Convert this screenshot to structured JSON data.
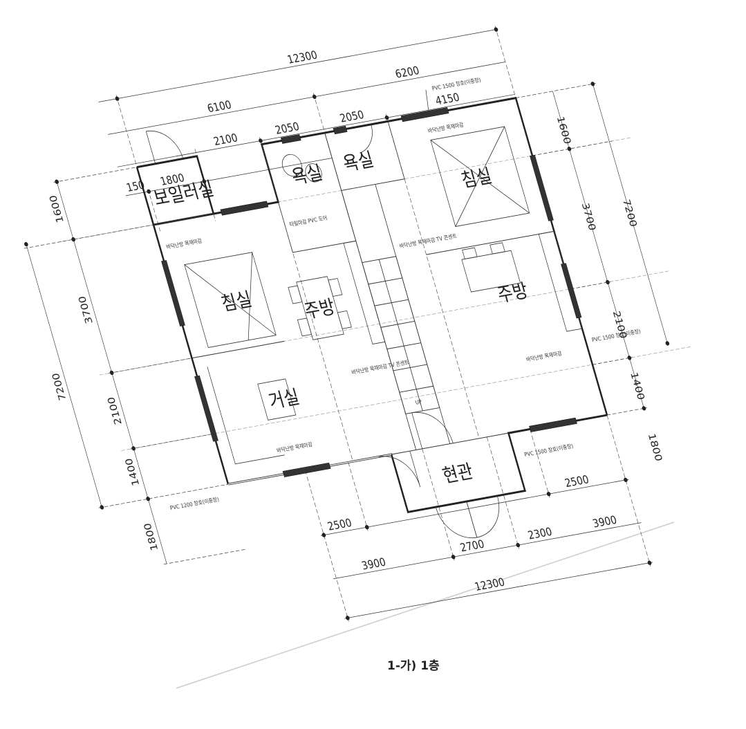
{
  "drawing": {
    "caption": "1-가) 1층",
    "rooms": [
      {
        "id": "boiler",
        "label": "보일러실"
      },
      {
        "id": "bath1",
        "label": "욕실"
      },
      {
        "id": "bath2",
        "label": "욕실"
      },
      {
        "id": "bedroom-right",
        "label": "침실"
      },
      {
        "id": "bedroom-left",
        "label": "침실"
      },
      {
        "id": "kitchen-left",
        "label": "주방"
      },
      {
        "id": "kitchen-right",
        "label": "주방"
      },
      {
        "id": "living",
        "label": "거실"
      },
      {
        "id": "entrance",
        "label": "현관"
      }
    ],
    "stair_label": "UP",
    "dimensions": {
      "top_overall": "12300",
      "top_sub1": [
        "6100",
        "6200"
      ],
      "top_sub2": [
        "2100",
        "2050",
        "2050",
        "4150"
      ],
      "top_sub3": [
        "150",
        "1800"
      ],
      "right_overall": "7200",
      "right_chain": [
        "1600",
        "3700",
        "2100",
        "1400",
        "1800"
      ],
      "left_overall": "7200",
      "left_chain": [
        "1600",
        "3700",
        "2100",
        "1400",
        "1800"
      ],
      "bottom_overall": "12300",
      "bottom_chain": [
        "3900",
        "2700",
        "2300",
        "3900"
      ],
      "bottom_sub": [
        "2500",
        "2500"
      ]
    },
    "notes": {
      "window_top_right": "PVC 1500 창호(이중창)",
      "bedroom_right": "바닥난방 목재마감",
      "bedroom_left": "바닥난방 목재마감",
      "bath": "타일마감 PVC 도어",
      "kitchen_right": "PVC 1500 창호(이중창)",
      "living": "바닥난방 목재마감",
      "window_left": "PVC 1200 창호(이중창)",
      "entrance": "PVC 1500 창호(이중창)",
      "center": "바닥난방 목재마감 TV 콘센트"
    }
  }
}
